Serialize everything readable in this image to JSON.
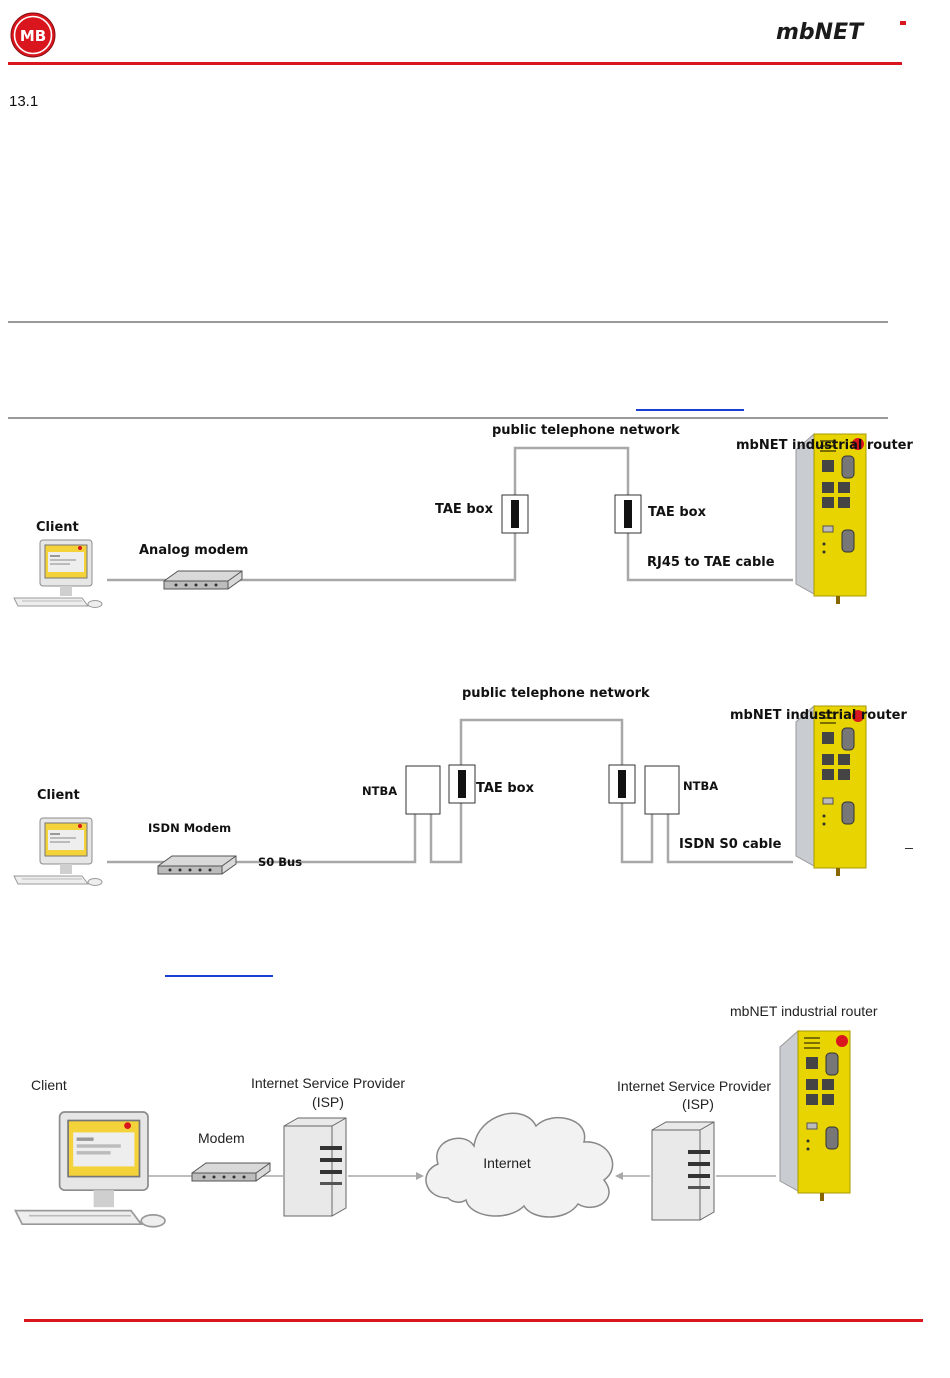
{
  "header": {
    "logo_left": "MB",
    "logo_right": "mbNET"
  },
  "section": {
    "number": "13.1"
  },
  "diagram_analog": {
    "network": "public telephone network",
    "router": "mbNET industrial router",
    "client": "Client",
    "modem": "Analog modem",
    "tae_left": "TAE box",
    "tae_right": "TAE box",
    "cable": "RJ45 to TAE cable"
  },
  "diagram_isdn": {
    "network": "public telephone network",
    "router": "mbNET industrial router",
    "client": "Client",
    "modem": "ISDN Modem",
    "bus": "S0 Bus",
    "ntba_left": "NTBA",
    "tae": "TAE box",
    "ntba_right": "NTBA",
    "cable": "ISDN S0 cable"
  },
  "diagram_internet": {
    "router": "mbNET industrial router",
    "client": "Client",
    "modem": "Modem",
    "isp_left_1": "Internet Service Provider",
    "isp_left_2": "(ISP)",
    "isp_right_1": "Internet Service Provider",
    "isp_right_2": "(ISP)",
    "cloud": "Internet"
  },
  "colors": {
    "accent_red": "#d9161d",
    "router_yellow": "#e8d400",
    "link_blue": "#1a3fd6"
  }
}
